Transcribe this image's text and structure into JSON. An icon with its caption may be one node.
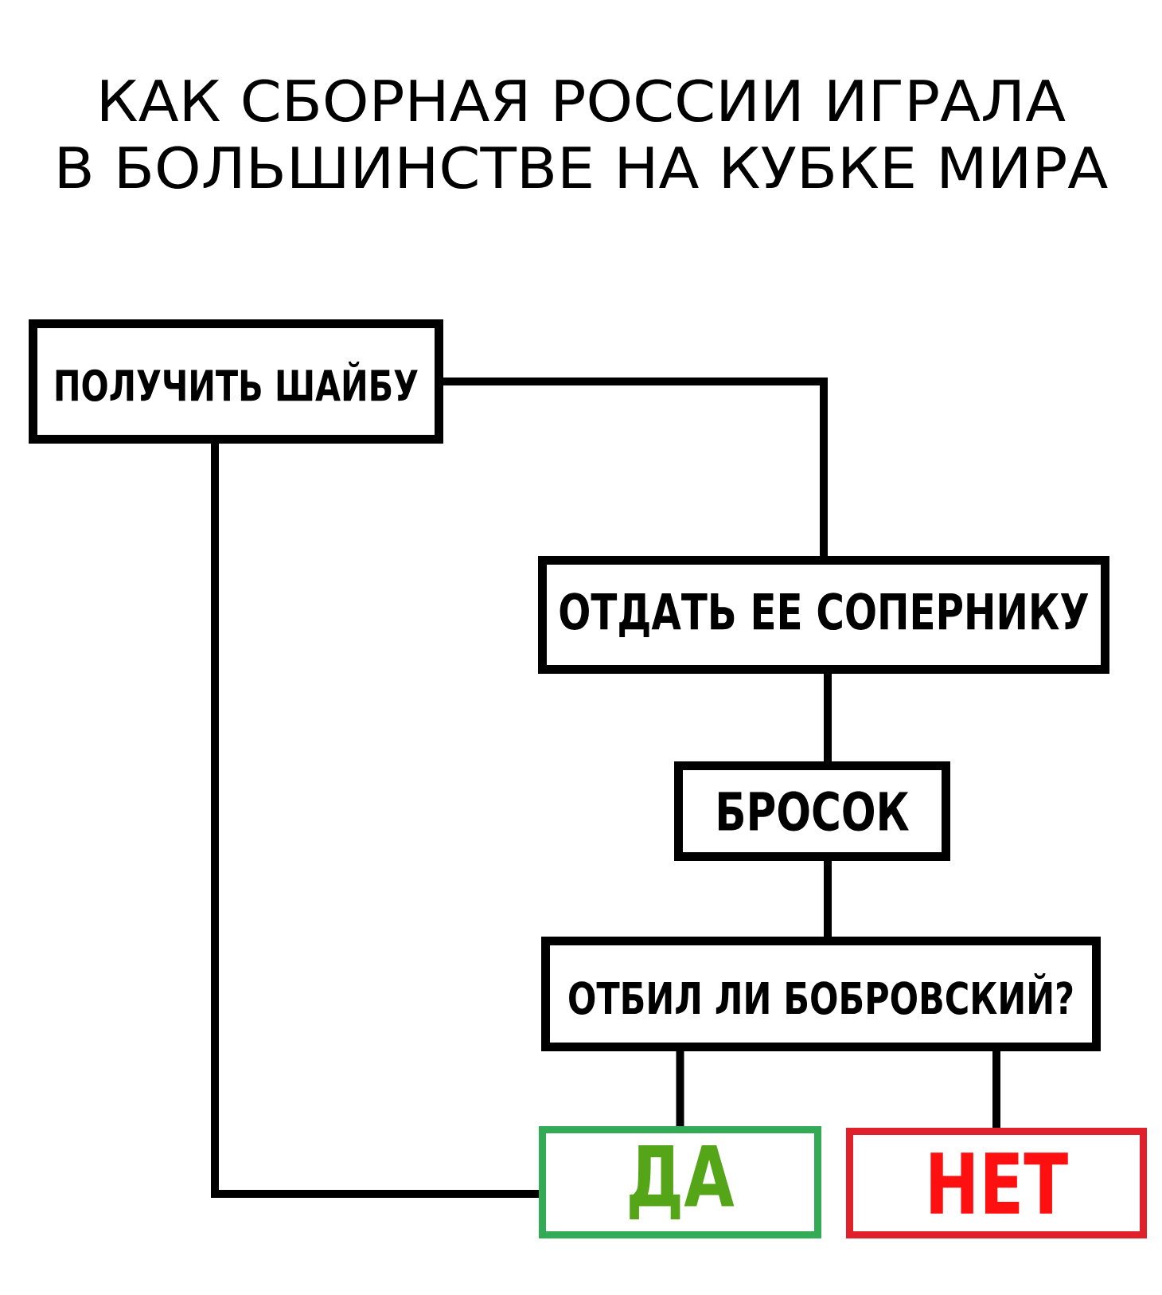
{
  "diagram": {
    "title": "КАК СБОРНАЯ РОССИИ ИГРАЛА В БОЛЬШИНСТВЕ НА КУБКЕ МИРА",
    "nodes": [
      {
        "text": [
          "ПОЛУЧИТЬ ШАЙБУ"
        ]
      },
      {
        "text": [
          "ОТДАТЬ ЕЕ СОПЕРНИКУ"
        ]
      },
      {
        "text": [
          "БРОСОК"
        ]
      },
      {
        "text": [
          "ОТБИЛ ЛИ БОБРОВСКИЙ?"
        ]
      },
      {
        "text": [
          "ДА"
        ]
      },
      {
        "text": [
          "НЕТ"
        ]
      }
    ],
    "edges": [
      {
        "from": 0,
        "to": 1,
        "arrow": "none"
      },
      {
        "from": 1,
        "to": 2,
        "arrow": "none"
      },
      {
        "from": 2,
        "to": 3,
        "arrow": "none"
      },
      {
        "from": 3,
        "to": 4,
        "arrow": "none"
      },
      {
        "from": 3,
        "to": 5,
        "arrow": "none"
      },
      {
        "from": 4,
        "to": 0,
        "arrow": "none"
      }
    ]
  }
}
